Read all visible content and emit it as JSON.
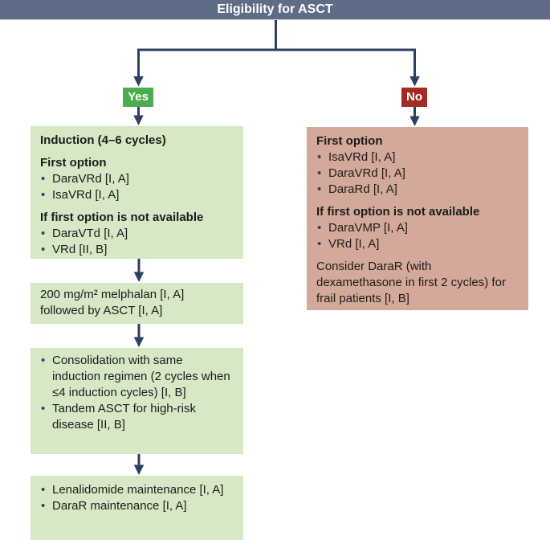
{
  "title": "Eligibility for ASCT",
  "branch_labels": {
    "yes": "Yes",
    "no": "No"
  },
  "colors": {
    "header_bg": "#5e6c87",
    "connector": "#2d3f63",
    "yes_badge_bg": "#4cad50",
    "no_badge_bg": "#a22b24",
    "transplant_box_bg": "#d6e8c5",
    "no_transplant_box_bg": "#d4a99c",
    "text": "#1c1c1a",
    "bullet": "#2e4066"
  },
  "transplant_path": {
    "induction_box": {
      "heading": "Induction (4–6 cycles)",
      "sections": [
        {
          "subheading": "First option",
          "bullets": [
            "DaraVRd [I, A]",
            "IsaVRd [I, A]"
          ]
        },
        {
          "subheading": "If first option is not available",
          "bullets": [
            "DaraVTd [I, A]",
            "VRd [II, B]"
          ]
        }
      ]
    },
    "melphalan_box": {
      "lines": [
        "200 mg/m² melphalan [I, A]",
        "followed by ASCT [I, A]"
      ]
    },
    "consolidation_box": {
      "bullets": [
        "Consolidation with same induction regimen (2 cycles when ≤4 induction cycles) [I, B]",
        "Tandem ASCT for high-risk disease [II, B]"
      ]
    },
    "maintenance_box": {
      "bullets": [
        "Lenalidomide maintenance [I, A]",
        "DaraR maintenance [I, A]"
      ]
    }
  },
  "no_transplant_path": {
    "first_option_box": {
      "sections": [
        {
          "subheading": "First option",
          "bullets": [
            "IsaVRd [I, A]",
            "DaraVRd [I, A]",
            "DaraRd [I, A]"
          ]
        },
        {
          "subheading": "If first option is not available",
          "bullets": [
            "DaraVMP [I, A]",
            "VRd [I, A]"
          ]
        }
      ],
      "note": "Consider DaraR (with dexamethasone in first 2 cycles) for frail patients [I, B]"
    }
  }
}
